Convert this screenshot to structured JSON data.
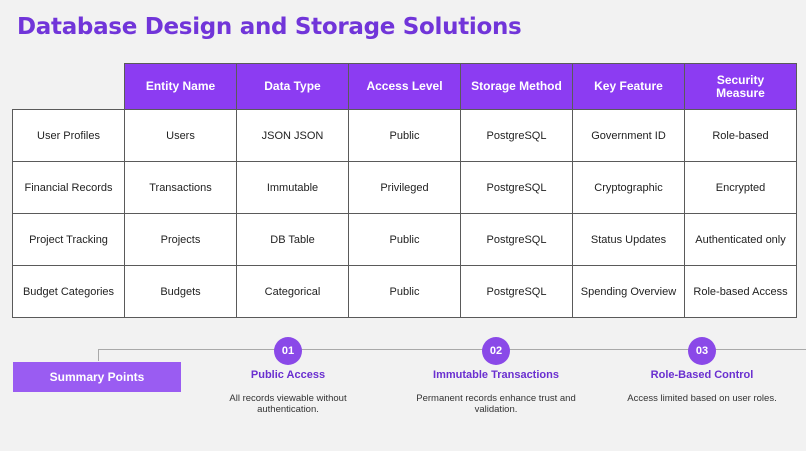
{
  "title": "Database Design and Storage Solutions",
  "table": {
    "headers": [
      "Entity Name",
      "Data Type",
      "Access Level",
      "Storage Method",
      "Key Feature",
      "Security Measure"
    ],
    "rows": [
      [
        "User Profiles",
        "Users",
        "JSON JSON",
        "Public",
        "PostgreSQL",
        "Government ID",
        "Role-based"
      ],
      [
        "Financial Records",
        "Transactions",
        "Immutable",
        "Privileged",
        "PostgreSQL",
        "Cryptographic",
        "Encrypted"
      ],
      [
        "Project Tracking",
        "Projects",
        "DB Table",
        "Public",
        "PostgreSQL",
        "Status Updates",
        "Authenticated only"
      ],
      [
        "Budget Categories",
        "Budgets",
        "Categorical",
        "Public",
        "PostgreSQL",
        "Spending Overview",
        "Role-based Access"
      ]
    ]
  },
  "summary": {
    "label": "Summary Points",
    "points": [
      {
        "num": "01",
        "title": "Public Access",
        "desc": "All records viewable without authentication."
      },
      {
        "num": "02",
        "title": "Immutable Transactions",
        "desc": "Permanent records enhance trust and validation."
      },
      {
        "num": "03",
        "title": "Role-Based Control",
        "desc": "Access limited based on user roles."
      }
    ]
  },
  "colors": {
    "accent": "#8c3cf2",
    "title": "#7135d9"
  }
}
